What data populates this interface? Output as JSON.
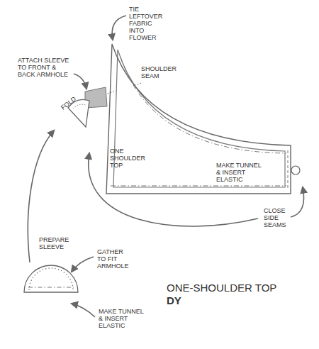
{
  "diagram": {
    "title": "ONE-SHOULDER TOP",
    "nodes": [
      {
        "text": [
          "ONE SHOULDER TOP"
        ]
      }
    ],
    "labels": [
      "TIE LEFTOVER FABRIC INTO FLOWER",
      "ATTACH SLEEVE TO FRONT & BACK ARMHOLE",
      "SHOULDER SEAM",
      "FOLD",
      "MAKE TUNNEL & INSERT ELASTIC",
      "CLOSE SIDE SEAMS",
      "PREPARE SLEEVE",
      "GATHER TO FIT ARMHOLE",
      "MAKE TUNNEL & INSERT ELASTIC",
      "DY"
    ]
  }
}
